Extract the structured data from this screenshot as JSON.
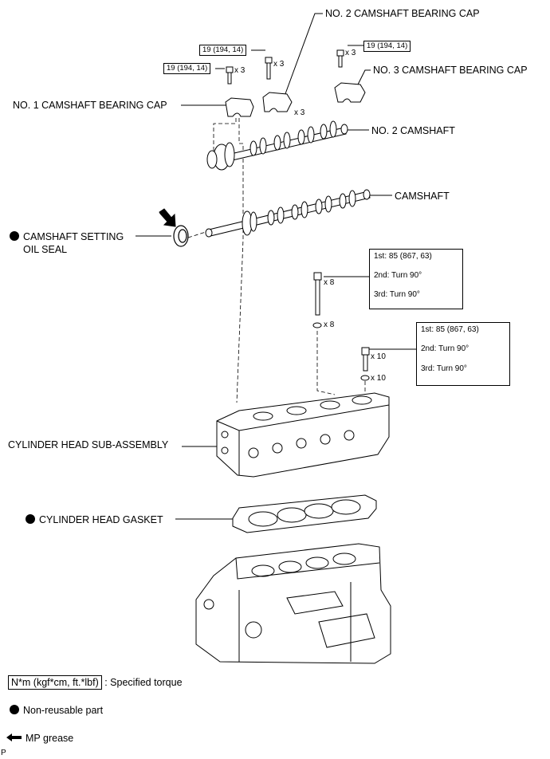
{
  "labels": {
    "no2_cap": "NO. 2 CAMSHAFT BEARING CAP",
    "no3_cap": "NO. 3 CAMSHAFT BEARING CAP",
    "no1_cap": "NO. 1 CAMSHAFT BEARING CAP",
    "no2_camshaft": "NO. 2 CAMSHAFT",
    "camshaft": "CAMSHAFT",
    "oil_seal_line1": "CAMSHAFT SETTING",
    "oil_seal_line2": "OIL SEAL",
    "cylinder_head": "CYLINDER HEAD SUB-ASSEMBLY",
    "gasket": "CYLINDER HEAD GASKET"
  },
  "torque_small": {
    "bolt_center": "19 (194, 14)",
    "bolt_left": "19 (194, 14)",
    "bolt_right": "19 (194, 14)"
  },
  "quantities": {
    "center_bolts": "x 3",
    "left_bolts": "x 3",
    "right_bolts": "x 3",
    "no2_caps": "x 3",
    "head_bolts_a": "x 8",
    "washers_a": "x 8",
    "head_bolts_b": "x 10",
    "washers_b": "x 10"
  },
  "torque_steps_a": {
    "first": "1st: 85 (867, 63)",
    "second": "2nd: Turn 90°",
    "third": "3rd: Turn 90°"
  },
  "torque_steps_b": {
    "first": "1st: 85 (867, 63)",
    "second": "2nd: Turn 90°",
    "third": "3rd: Turn 90°"
  },
  "legend": {
    "torque_unit": "N*m (kgf*cm, ft.*lbf)",
    "torque_text": ": Specified torque",
    "non_reusable": "Non-reusable part",
    "grease": "MP grease"
  },
  "corner_mark": "P"
}
